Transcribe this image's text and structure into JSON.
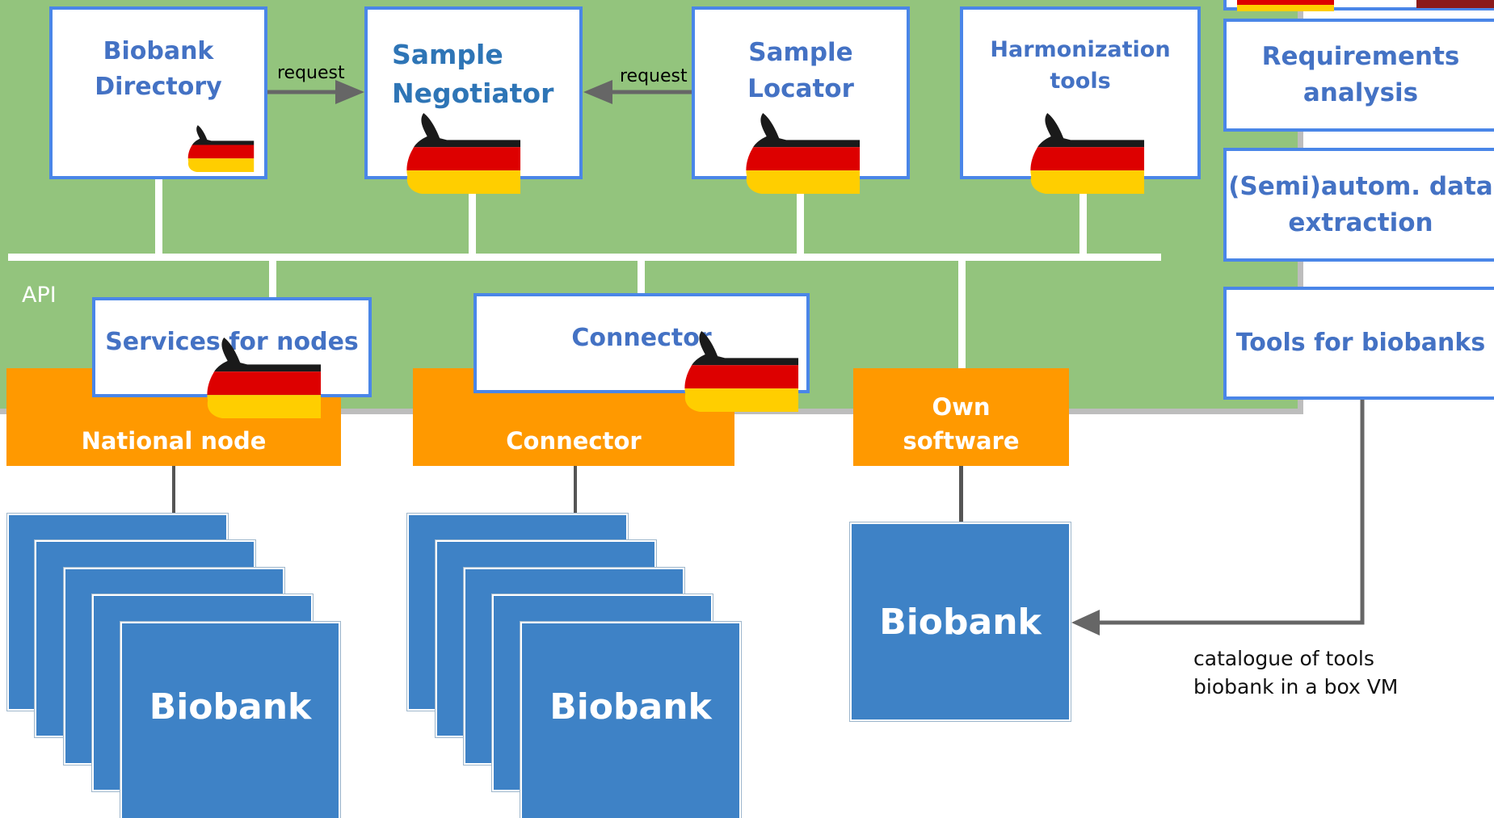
{
  "platform": {
    "api_label": "API"
  },
  "services": {
    "biobank_directory": [
      "Biobank",
      "Directory"
    ],
    "sample_negotiator": [
      "Sample",
      "Negotiator"
    ],
    "sample_locator": [
      "Sample",
      "Locator"
    ],
    "harmonization_tools": [
      "Harmonization",
      "tools"
    ],
    "services_for_nodes": "Services for nodes",
    "connector_service": "Connector"
  },
  "arrows": {
    "request_left": "request",
    "request_right": "request"
  },
  "side_panel": {
    "requirements": [
      "Requirements",
      "analysis"
    ],
    "extraction": [
      "(Semi)autom.",
      "data extraction"
    ],
    "tools": "Tools for biobanks"
  },
  "nodes": {
    "national_node": "National node",
    "connector": "Connector",
    "own_software": [
      "Own",
      "software"
    ]
  },
  "biobanks": {
    "label": "Biobank"
  },
  "catalogue": {
    "line1": "catalogue of tools",
    "line2": "biobank in a box VM"
  },
  "colors": {
    "platform_green": "#93c47d",
    "box_border_blue": "#4a86e8",
    "text_blue": "#4472c4",
    "node_orange": "#ff9900",
    "biobank_blue": "#3e82c6",
    "flag_black": "#1a1a1a",
    "flag_red": "#dd0000",
    "flag_gold": "#ffce00"
  },
  "icons": {
    "approval": "thumbs-up-german-flag-icon"
  }
}
